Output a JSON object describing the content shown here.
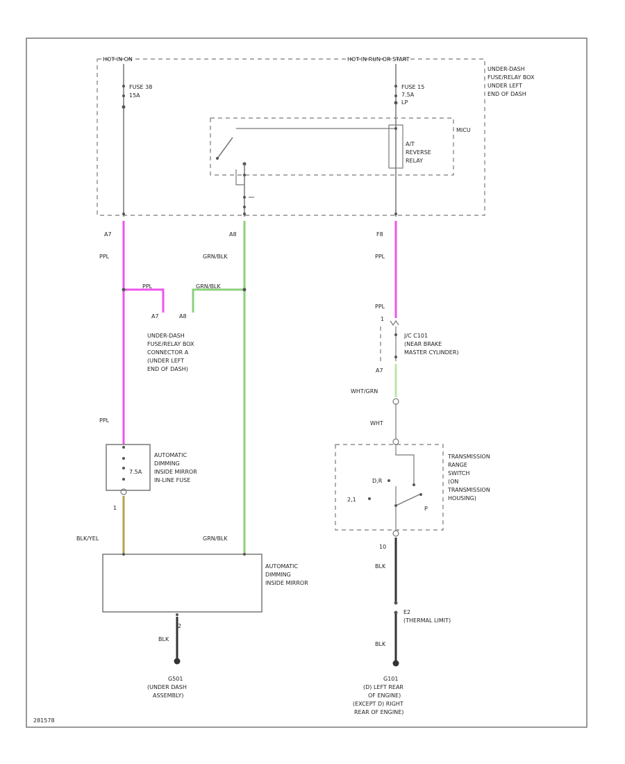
{
  "labels": {
    "hot_at_all_times": "HOT IN ON",
    "hot_in_run_start": "HOT IN RUN OR START",
    "fuse_left_name": "FUSE 38",
    "fuse_left_amp": "15A",
    "fuse_right_name": "FUSE 15",
    "fuse_right_amp": "7.5A",
    "fuse_right_sub": "LP",
    "underdash_box": [
      "UNDER-DASH",
      "FUSE/RELAY BOX",
      "UNDER LEFT",
      "END OF DASH"
    ],
    "micu": "MICU",
    "reverse_relay": [
      "A/T",
      "REVERSE",
      "RELAY"
    ],
    "pin_a7": "A7",
    "pin_a8": "A8",
    "pin_f8": "F8",
    "wire_ppl_1": "PPL",
    "wire_ppl_2": "PPL",
    "wire_ppl_3": "PPL",
    "wire_ppl_4": "PPL",
    "wire_ppl_5": "PPL",
    "wire_grnblk_1": "GRN/BLK",
    "wire_grnblk_2": "GRN/BLK",
    "wire_grnblk_3": "GRN/BLK",
    "connector_a_pin_a7": "A7",
    "connector_a_pin_a8": "A8",
    "connector_a": [
      "UNDER-DASH",
      "FUSE/RELAY BOX",
      "CONNECTOR A",
      "(UNDER LEFT",
      "END OF DASH)"
    ],
    "jc_pin_1": "1",
    "jc_pin_a7": "A7",
    "jc_c101": [
      "J/C C101",
      "(NEAR BRAKE",
      "MASTER CYLINDER)"
    ],
    "wire_wht_grn": "WHT/GRN",
    "wire_wht": "WHT",
    "trans_switch": [
      "TRANSMISSION",
      "RANGE",
      "SWITCH",
      "(ON",
      "TRANSMISSION",
      "HOUSING)"
    ],
    "switch_dr": "D,R",
    "switch_21": "2,1",
    "switch_p": "P",
    "pin_10": "10",
    "wire_blk_1": "BLK",
    "wire_blk_2": "BLK",
    "wire_blk_3": "BLK",
    "wire_blkyel": "BLK/YEL",
    "fuse_box_name": [
      "AUTOMATIC",
      "DIMMING",
      "INSIDE MIRROR",
      "IN-LINE FUSE"
    ],
    "fuse_box_amp": "7.5A",
    "mirror_pin_1": "1",
    "mirror_pin_2": "2",
    "mirror": [
      "AUTOMATIC",
      "DIMMING",
      "INSIDE MIRROR"
    ],
    "e2": [
      "E2",
      "(THERMAL LIMIT)"
    ],
    "g501": [
      "G501",
      "(UNDER DASH",
      "ASSEMBLY)"
    ],
    "g101": [
      "G101",
      "(D) LEFT REAR",
      "OF ENGINE)",
      "(EXCEPT D) RIGHT",
      "REAR OF ENGINE)"
    ],
    "code": "281578"
  },
  "colors": {
    "ppl": "#ee55ee",
    "grnblk": "#8bd17a",
    "blkyel": "#b8a24a",
    "blk": "#333333",
    "whtgrn": "#b9e6a8",
    "frame": "#777777"
  }
}
